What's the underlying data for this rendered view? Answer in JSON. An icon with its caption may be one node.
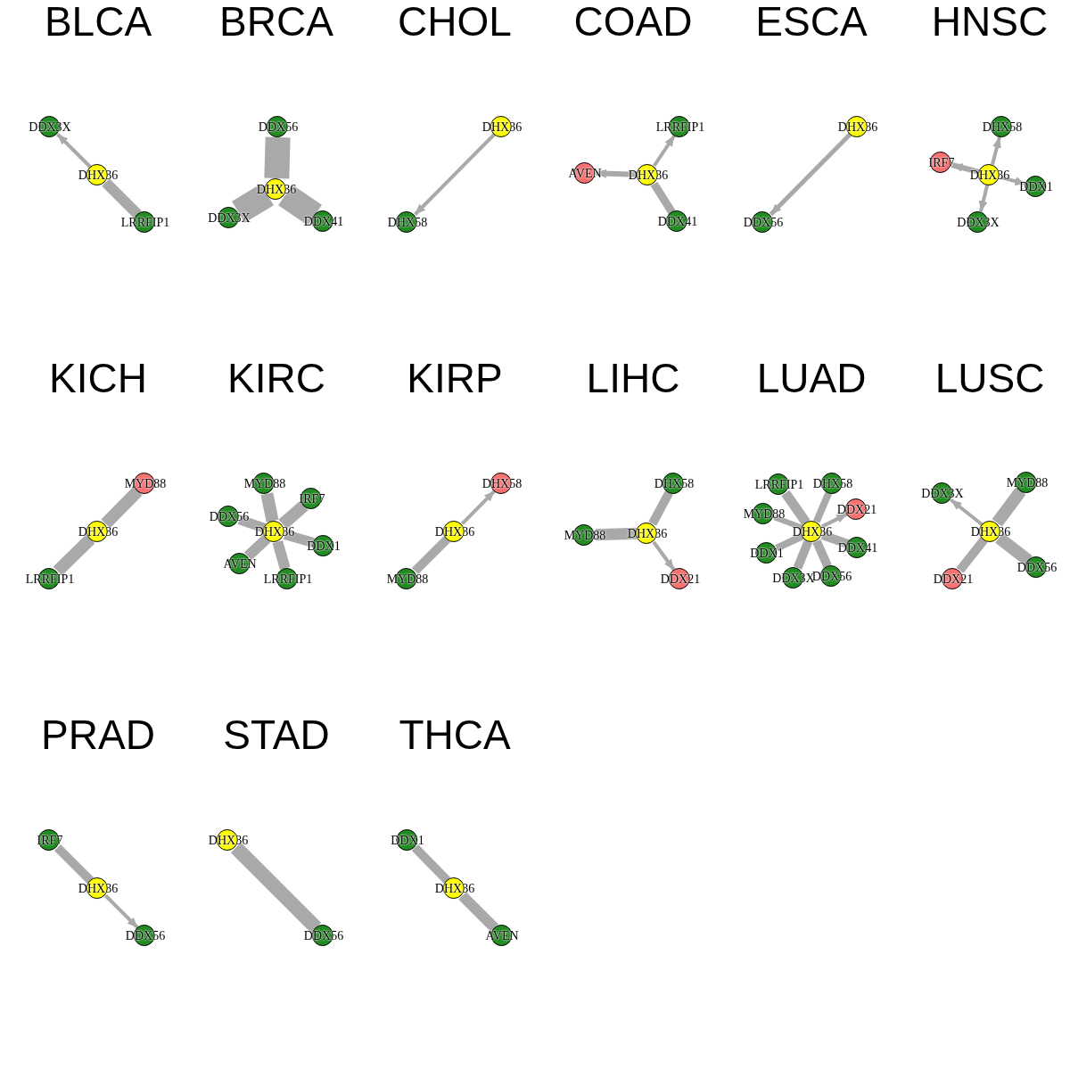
{
  "diagram": {
    "nodes": [
      {
        "text": [
          "DDX3X"
        ]
      },
      {
        "text": [
          "DHX36"
        ]
      },
      {
        "text": [
          "LRRFIP1"
        ]
      },
      {
        "text": [
          "DDX56"
        ]
      },
      {
        "text": [
          "DHX36"
        ]
      },
      {
        "text": [
          "DDX3X"
        ]
      },
      {
        "text": [
          "DDX41"
        ]
      },
      {
        "text": [
          "DHX36"
        ]
      },
      {
        "text": [
          "DHX58"
        ]
      },
      {
        "text": [
          "LRRFIP1"
        ]
      },
      {
        "text": [
          "AVEN"
        ]
      },
      {
        "text": [
          "DHX36"
        ]
      },
      {
        "text": [
          "DDX41"
        ]
      },
      {
        "text": [
          "DHX36"
        ]
      },
      {
        "text": [
          "DDX56"
        ]
      },
      {
        "text": [
          "DHX58"
        ]
      },
      {
        "text": [
          "IRF7"
        ]
      },
      {
        "text": [
          "DHX36"
        ]
      },
      {
        "text": [
          "DDX1"
        ]
      },
      {
        "text": [
          "DDX3X"
        ]
      },
      {
        "text": [
          "MYD88"
        ]
      },
      {
        "text": [
          "DHX36"
        ]
      },
      {
        "text": [
          "LRRFIP1"
        ]
      },
      {
        "text": [
          "MYD88"
        ]
      },
      {
        "text": [
          "IRF7"
        ]
      },
      {
        "text": [
          "DDX56"
        ]
      },
      {
        "text": [
          "DHX36"
        ]
      },
      {
        "text": [
          "DDX1"
        ]
      },
      {
        "text": [
          "AVEN"
        ]
      },
      {
        "text": [
          "LRRFIP1"
        ]
      },
      {
        "text": [
          "DHX58"
        ]
      },
      {
        "text": [
          "DHX36"
        ]
      },
      {
        "text": [
          "MYD88"
        ]
      },
      {
        "text": [
          "DHX58"
        ]
      },
      {
        "text": [
          "MYD88"
        ]
      },
      {
        "text": [
          "DHX36"
        ]
      },
      {
        "text": [
          "DDX21"
        ]
      },
      {
        "text": [
          "LRRFIP1"
        ]
      },
      {
        "text": [
          "DHX58"
        ]
      },
      {
        "text": [
          "DDX21"
        ]
      },
      {
        "text": [
          "MYD88"
        ]
      },
      {
        "text": [
          "DHX36"
        ]
      },
      {
        "text": [
          "DDX1"
        ]
      },
      {
        "text": [
          "DDX41"
        ]
      },
      {
        "text": [
          "DDX3X"
        ]
      },
      {
        "text": [
          "DDX56"
        ]
      },
      {
        "text": [
          "DDX3X"
        ]
      },
      {
        "text": [
          "MYD88"
        ]
      },
      {
        "text": [
          "DHX36"
        ]
      },
      {
        "text": [
          "DDX21"
        ]
      },
      {
        "text": [
          "DDX56"
        ]
      },
      {
        "text": [
          "IRF7"
        ]
      },
      {
        "text": [
          "DHX36"
        ]
      },
      {
        "text": [
          "DDX56"
        ]
      },
      {
        "text": [
          "DHX36"
        ]
      },
      {
        "text": [
          "DDX56"
        ]
      },
      {
        "text": [
          "DDX1"
        ]
      },
      {
        "text": [
          "DHX36"
        ]
      },
      {
        "text": [
          "AVEN"
        ]
      }
    ],
    "edges": [
      {
        "from": 1,
        "to": 0,
        "arrow": "to"
      },
      {
        "from": 1,
        "to": 2,
        "arrow": "none"
      },
      {
        "from": 4,
        "to": 3,
        "arrow": "none",
        "style": "thick"
      },
      {
        "from": 4,
        "to": 5,
        "arrow": "none",
        "style": "thick"
      },
      {
        "from": 4,
        "to": 6,
        "arrow": "none",
        "style": "thick"
      },
      {
        "from": 7,
        "to": 8,
        "arrow": "to"
      },
      {
        "from": 11,
        "to": 9,
        "arrow": "to"
      },
      {
        "from": 11,
        "to": 10,
        "arrow": "to"
      },
      {
        "from": 11,
        "to": 12,
        "arrow": "none"
      },
      {
        "from": 13,
        "to": 14,
        "arrow": "to"
      },
      {
        "from": 17,
        "to": 15,
        "arrow": "to"
      },
      {
        "from": 17,
        "to": 16,
        "arrow": "to"
      },
      {
        "from": 17,
        "to": 18,
        "arrow": "to"
      },
      {
        "from": 17,
        "to": 19,
        "arrow": "to"
      },
      {
        "from": 21,
        "to": 20,
        "arrow": "none"
      },
      {
        "from": 21,
        "to": 22,
        "arrow": "none"
      },
      {
        "from": 26,
        "to": 23,
        "arrow": "none"
      },
      {
        "from": 26,
        "to": 24,
        "arrow": "none"
      },
      {
        "from": 26,
        "to": 25,
        "arrow": "none"
      },
      {
        "from": 26,
        "to": 27,
        "arrow": "none"
      },
      {
        "from": 26,
        "to": 28,
        "arrow": "none"
      },
      {
        "from": 26,
        "to": 29,
        "arrow": "none"
      },
      {
        "from": 31,
        "to": 30,
        "arrow": "to"
      },
      {
        "from": 31,
        "to": 32,
        "arrow": "none"
      },
      {
        "from": 35,
        "to": 33,
        "arrow": "none"
      },
      {
        "from": 35,
        "to": 34,
        "arrow": "none"
      },
      {
        "from": 35,
        "to": 36,
        "arrow": "to"
      },
      {
        "from": 41,
        "to": 37,
        "arrow": "none"
      },
      {
        "from": 41,
        "to": 38,
        "arrow": "none"
      },
      {
        "from": 41,
        "to": 39,
        "arrow": "to"
      },
      {
        "from": 41,
        "to": 40,
        "arrow": "none"
      },
      {
        "from": 41,
        "to": 42,
        "arrow": "none"
      },
      {
        "from": 41,
        "to": 43,
        "arrow": "none"
      },
      {
        "from": 41,
        "to": 44,
        "arrow": "none"
      },
      {
        "from": 41,
        "to": 45,
        "arrow": "none"
      },
      {
        "from": 48,
        "to": 46,
        "arrow": "to"
      },
      {
        "from": 48,
        "to": 47,
        "arrow": "none"
      },
      {
        "from": 48,
        "to": 49,
        "arrow": "none"
      },
      {
        "from": 48,
        "to": 50,
        "arrow": "none"
      },
      {
        "from": 51,
        "to": 52,
        "arrow": "none"
      },
      {
        "from": 52,
        "to": 53,
        "arrow": "to"
      },
      {
        "from": 54,
        "to": 55,
        "arrow": "none"
      },
      {
        "from": 56,
        "to": 57,
        "arrow": "none"
      },
      {
        "from": 57,
        "to": 58,
        "arrow": "none"
      }
    ],
    "labels": [
      "BLCA",
      "BRCA",
      "CHOL",
      "COAD",
      "ESCA",
      "HNSC",
      "KICH",
      "KIRC",
      "KIRP",
      "LIHC",
      "LUAD",
      "LUSC",
      "PRAD",
      "STAD",
      "THCA"
    ]
  }
}
